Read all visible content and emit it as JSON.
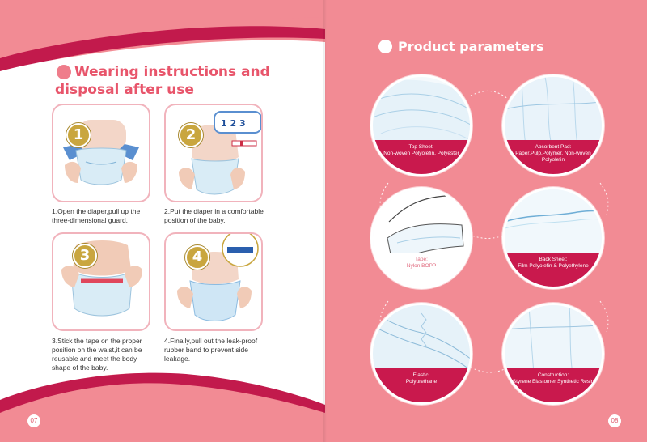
{
  "left": {
    "title_line1": "Wearing instructions and",
    "title_line2": "disposal after use",
    "steps": [
      {
        "num": "1",
        "text": "1.Open the diaper,pull up the three-dimensional guard."
      },
      {
        "num": "2",
        "text": "2.Put the diaper in a comfortable position of the baby.",
        "tape_numbers": "1 2 3"
      },
      {
        "num": "3",
        "text": "3.Stick the tape on the proper position on the waist,it can be reusable and meet the body shape of the baby."
      },
      {
        "num": "4",
        "text": "4.Finally,pull out the leak-proof rubber band to prevent side leakage."
      }
    ],
    "page_number": "07"
  },
  "right": {
    "title": "Product parameters",
    "params": [
      {
        "label": "Top Sheet:",
        "value": "Non-woven Polyolefin, Polyester",
        "style": "dark"
      },
      {
        "label": "Absorbent Pad:",
        "value": "Paper,Pulp,Polymer, Non-woven Polyolefin",
        "style": "dark"
      },
      {
        "label": "Tape:",
        "value": "Nylon,BOPP",
        "style": "light"
      },
      {
        "label": "Back Sheet:",
        "value": "Film Polyolefin & Polyethylene",
        "style": "dark"
      },
      {
        "label": "Elastic:",
        "value": "Polyurethane",
        "style": "dark"
      },
      {
        "label": "Construction:",
        "value": "Styrene Elastomer Synthetic Resin",
        "style": "dark"
      }
    ],
    "page_number": "08"
  },
  "colors": {
    "accent_pink": "#f28b94",
    "title_pink": "#e8556b",
    "band_red": "#c9194d",
    "gold": "#c9a63f"
  }
}
